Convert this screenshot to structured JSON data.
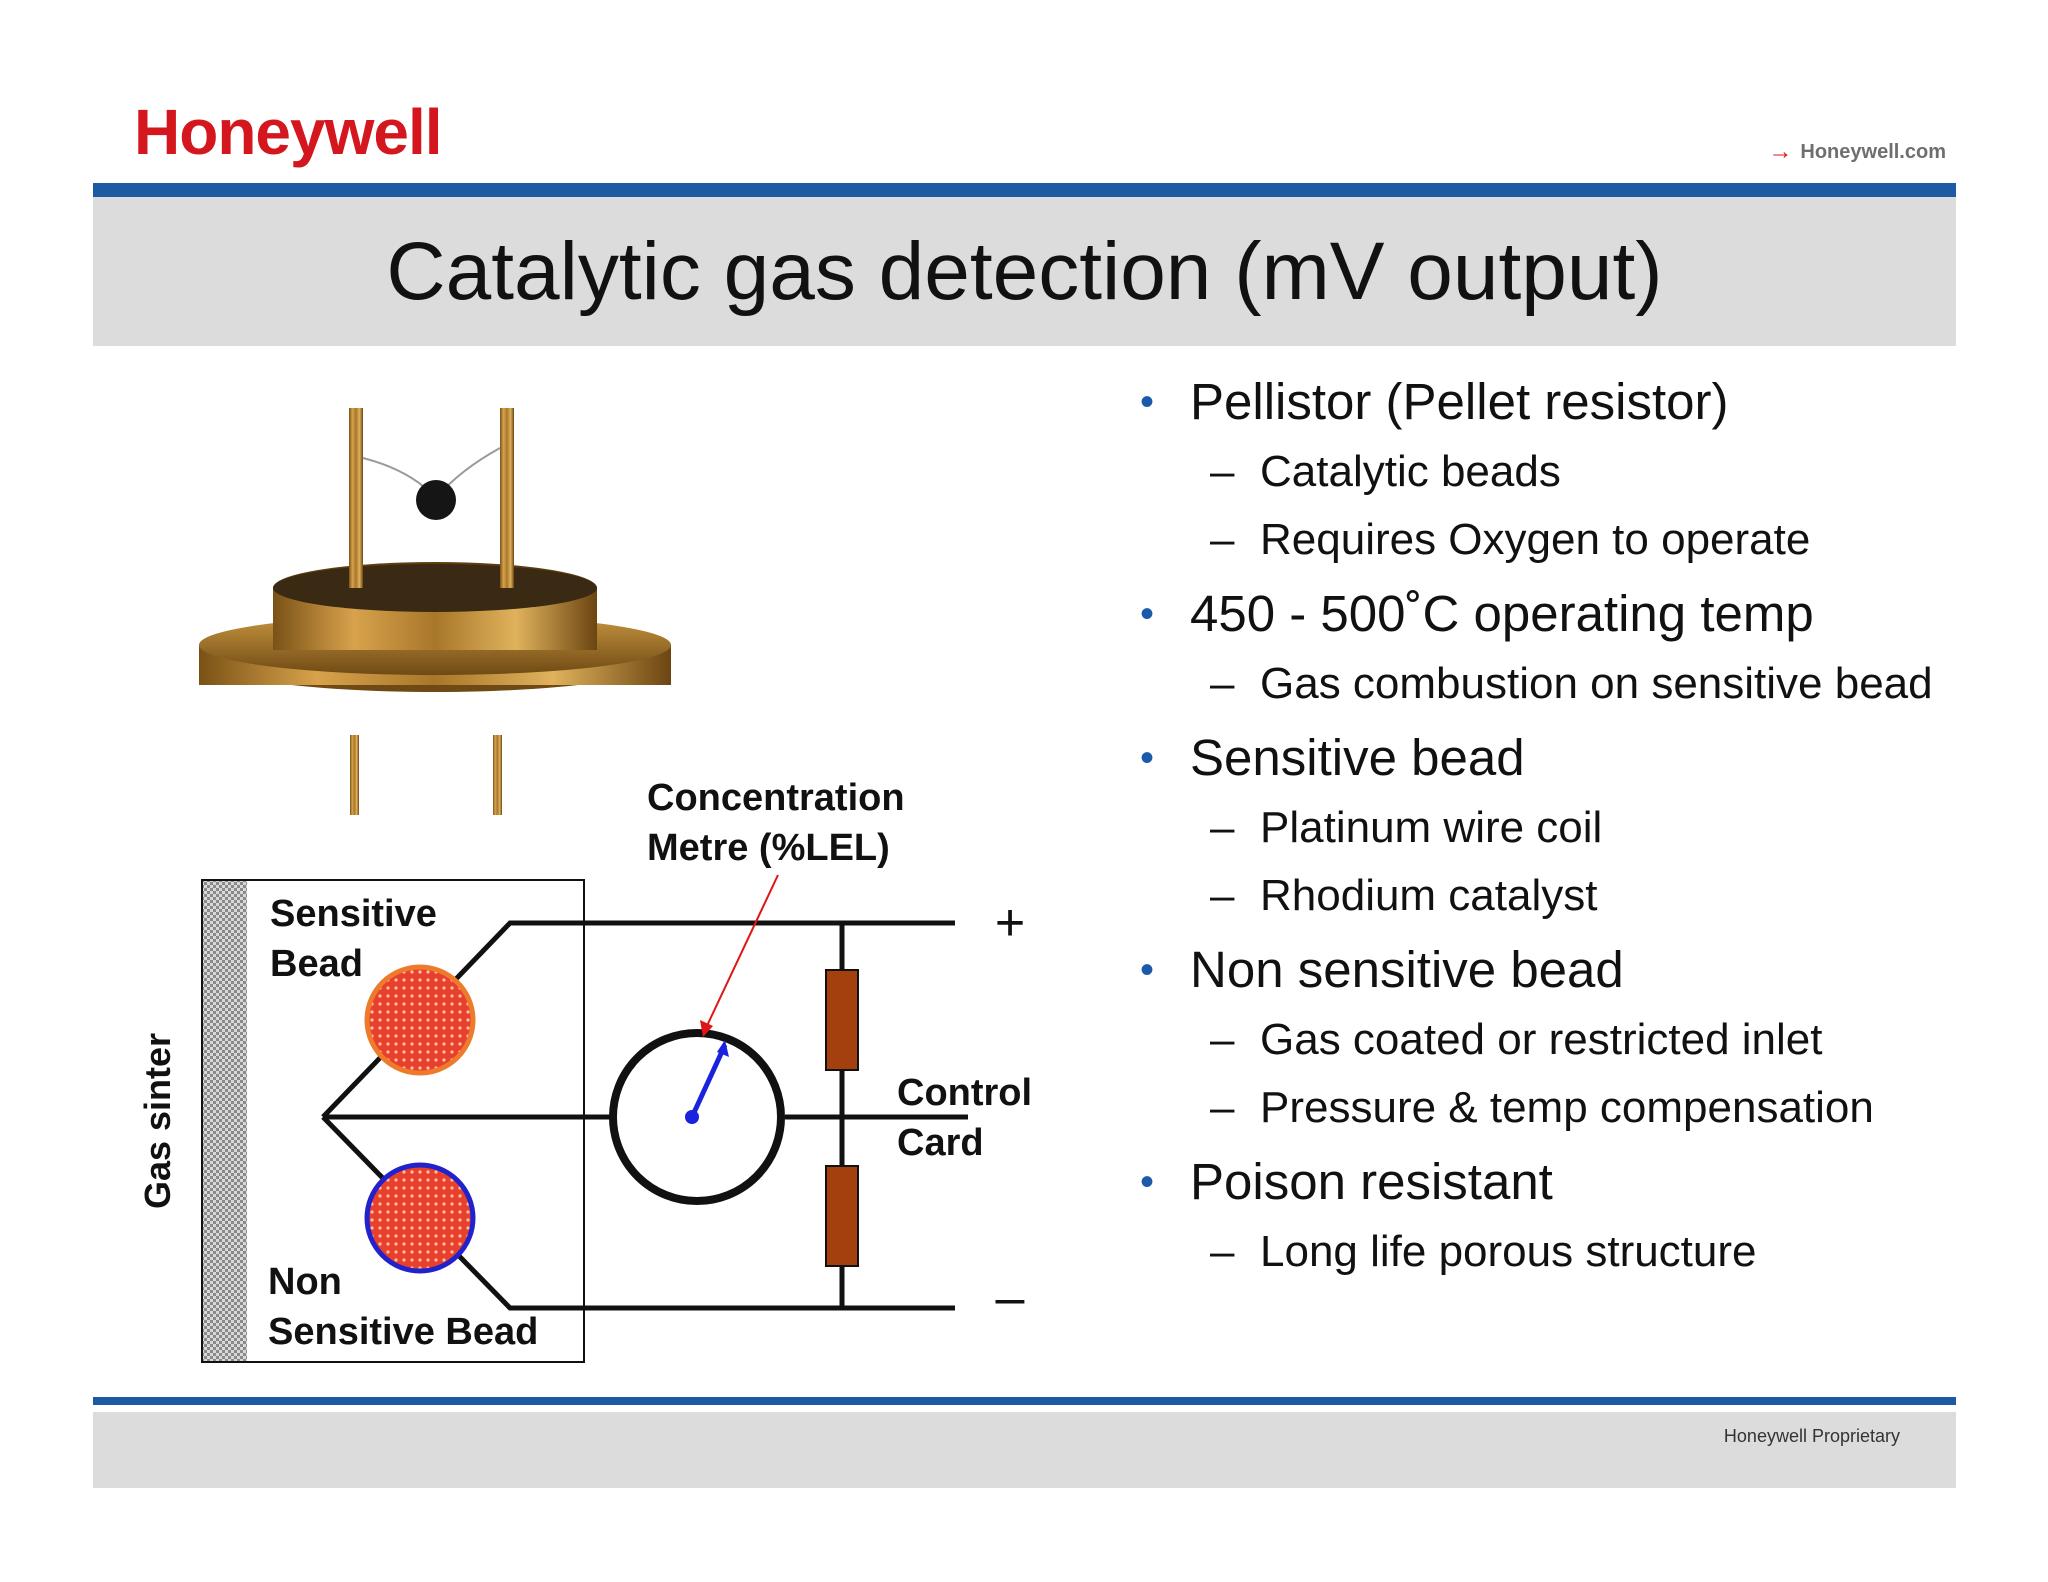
{
  "header": {
    "logo_text": "Honeywell",
    "site_link": "Honeywell.com",
    "site_link_icon": "arrow-right-icon"
  },
  "slide": {
    "title": "Catalytic gas detection (mV output)"
  },
  "diagram": {
    "gas_sinter_label": "Gas sinter",
    "sensitive_bead_label": [
      "Sensitive",
      "Bead"
    ],
    "non_sensitive_bead_label": [
      "Non",
      "Sensitive Bead"
    ],
    "meter_label": [
      "Concentration",
      "Metre (%LEL)"
    ],
    "control_card_label": [
      "Control",
      "Card"
    ],
    "plus_label": "+",
    "minus_label": "–"
  },
  "bullets": [
    {
      "text": "Pellistor (Pellet resistor)",
      "sub": [
        "Catalytic beads",
        "Requires Oxygen to operate"
      ]
    },
    {
      "text": "450 - 500˚C operating temp",
      "sub": [
        "Gas combustion on sensitive bead"
      ]
    },
    {
      "text": "Sensitive bead",
      "sub": [
        "Platinum wire coil",
        "Rhodium catalyst"
      ]
    },
    {
      "text": "Non sensitive bead",
      "sub": [
        "Gas coated or restricted inlet",
        "Pressure & temp compensation"
      ]
    },
    {
      "text": "Poison resistant",
      "sub": [
        "Long life porous structure"
      ]
    }
  ],
  "footer": {
    "text": "Honeywell Proprietary"
  },
  "colors": {
    "brand_red": "#d4171e",
    "rule_blue": "#1c5aa3",
    "band_grey": "#dcdcdc",
    "bead_orange": "#ee7a2c",
    "bead_red_mesh": "#e8402a",
    "bead_blue_outline": "#2222cc",
    "resistor_brown": "#a4400e",
    "needle_blue": "#1a22dd",
    "pointer_red": "#e01515"
  }
}
